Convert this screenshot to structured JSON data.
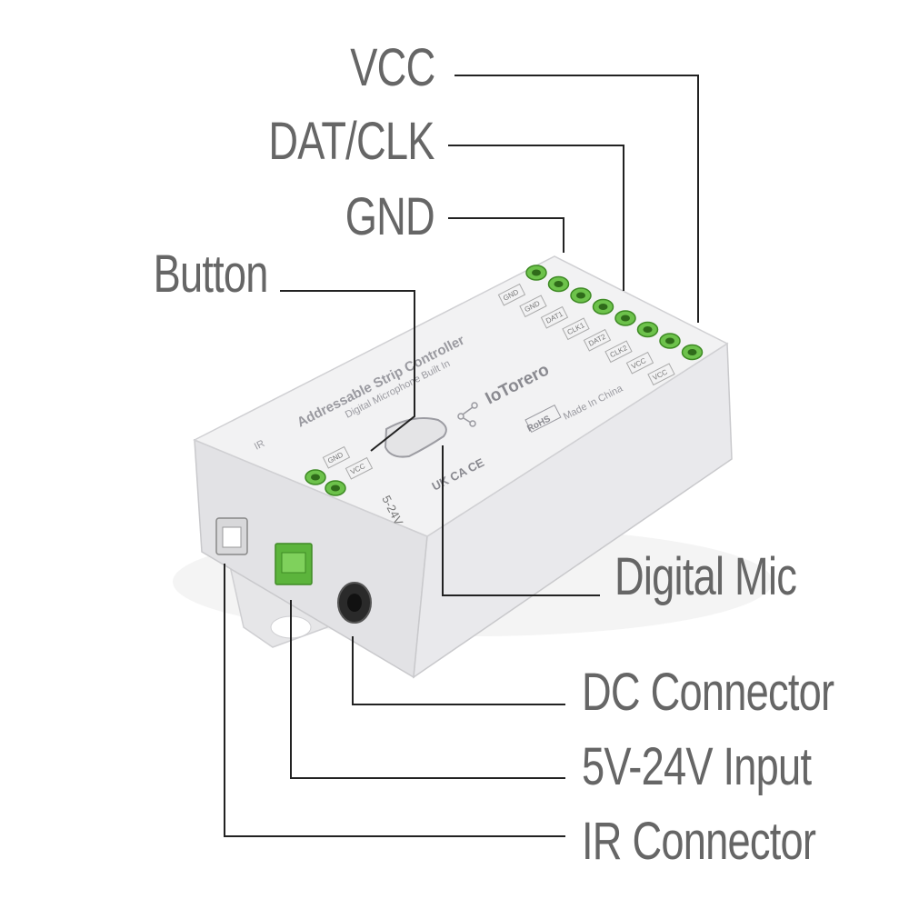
{
  "callouts": {
    "vcc": "VCC",
    "dat_clk": "DAT/CLK",
    "gnd": "GND",
    "button": "Button",
    "digital_mic": "Digital Mic",
    "dc_connector": "DC Connector",
    "input": "5V-24V Input",
    "ir_connector": "IR Connector"
  },
  "device": {
    "title": "Addressable Strip Controller",
    "subtitle": "Digital Microphone Built In",
    "brand": "IoTorero",
    "made_in": "Made In China",
    "rohs": "RoHS",
    "marks": "UK CA CE",
    "ir_label": "IR",
    "power_label": "5-24V",
    "power_terminals": [
      "GND",
      "VCC"
    ],
    "output_terminals": [
      "GND",
      "GND",
      "DAT1",
      "CLK1",
      "DAT2",
      "CLK2",
      "VCC",
      "VCC"
    ]
  },
  "colors": {
    "label_text": "#666666",
    "leader_line": "#222222",
    "case_top": "#f1f1f2",
    "terminal_green": "#6dc24b"
  }
}
